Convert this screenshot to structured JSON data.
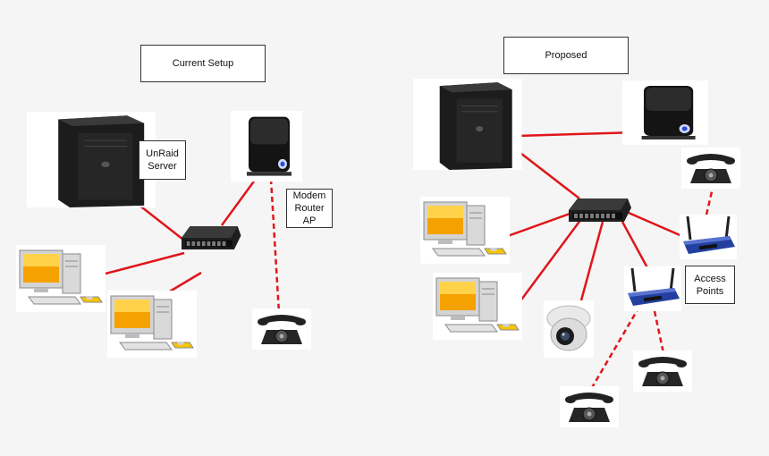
{
  "sections": {
    "current_title": "Current Setup",
    "proposed_title": "Proposed"
  },
  "labels": {
    "unraid": "UnRaid\nServer",
    "modem": "Modem\nRouter\nAP",
    "access_points": "Access\nPoints"
  },
  "colors": {
    "wired": "#e0161b",
    "wireless": "#e0161b",
    "background": "#f5f5f5"
  }
}
